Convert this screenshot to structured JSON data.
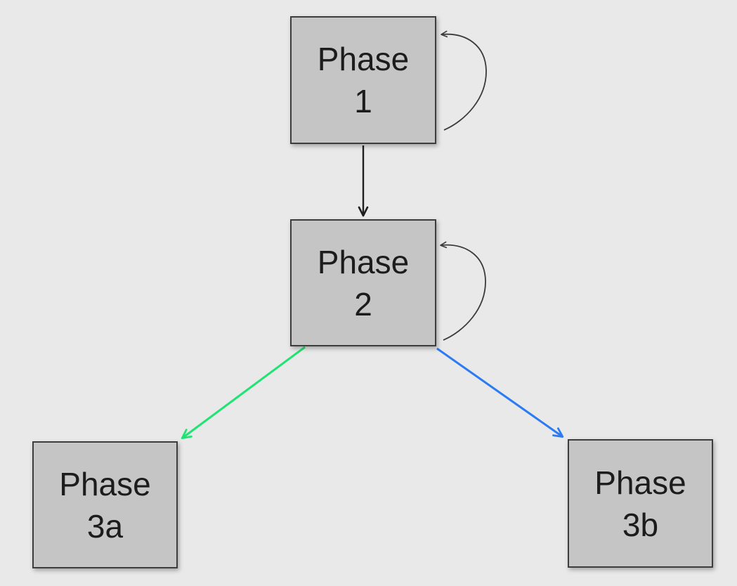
{
  "diagram": {
    "description": "Phase flow diagram"
  },
  "nodes": [
    {
      "id": "phase-1",
      "line1": "Phase",
      "line2": "1"
    },
    {
      "id": "phase-2",
      "line1": "Phase",
      "line2": "2"
    },
    {
      "id": "phase-3a",
      "line1": "Phase",
      "line2": "3a"
    },
    {
      "id": "phase-3b",
      "line1": "Phase",
      "line2": "3b"
    }
  ],
  "edges": {
    "phase1_self_loop": {
      "from": "phase-1",
      "to": "phase-1",
      "color": "#3b3b3b"
    },
    "phase1_to_phase2": {
      "from": "phase-1",
      "to": "phase-2",
      "color": "#1f1f1f"
    },
    "phase2_self_loop": {
      "from": "phase-2",
      "to": "phase-2",
      "color": "#3b3b3b"
    },
    "phase2_to_phase3a": {
      "from": "phase-2",
      "to": "phase-3a",
      "color": "#1fe473"
    },
    "phase2_to_phase3b": {
      "from": "phase-2",
      "to": "phase-3b",
      "color": "#2b7bf2"
    }
  },
  "colors": {
    "background": "#e9e9e9",
    "node_fill": "#c5c5c5",
    "node_border": "#3d3d3d",
    "node_text": "#1c1c1c"
  }
}
